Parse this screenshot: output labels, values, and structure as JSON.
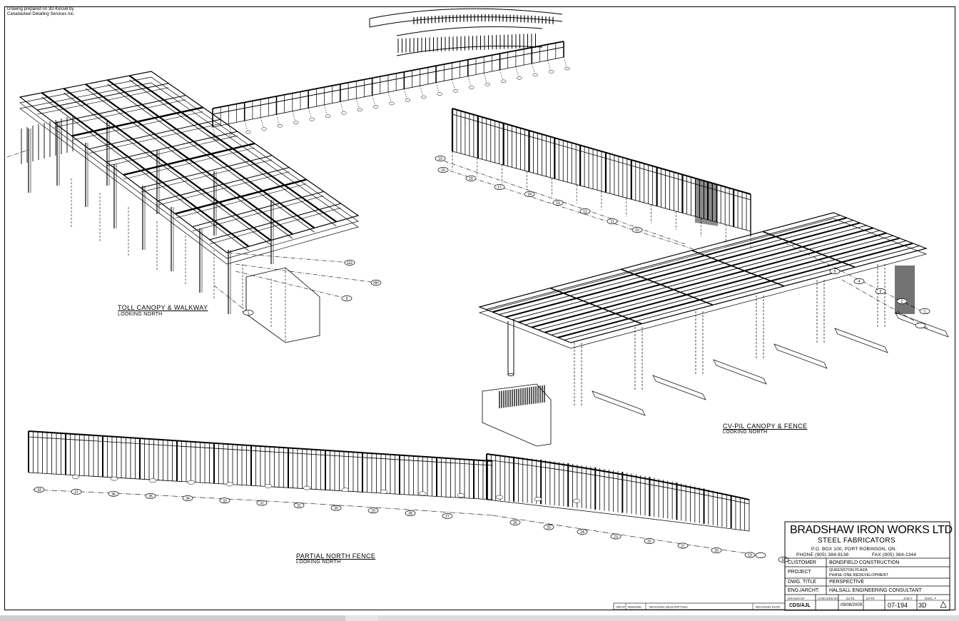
{
  "credit_lines": [
    "Drawing prepared on 3D-Kessel by",
    "Canadasteel Detailing Services Inc."
  ],
  "views": [
    {
      "title": "TOLL CANOPY & WALKWAY",
      "subtitle": "LOOKING NORTH"
    },
    {
      "title": "CV-PIL CANOPY & FENCE",
      "subtitle": "LOOKING NORTH"
    },
    {
      "title": "PARTIAL NORTH FENCE",
      "subtitle": "LOOKING NORTH"
    }
  ],
  "grid_labels": {
    "toll": [
      "GG",
      "HH",
      "X",
      "1"
    ],
    "cv_fence": [
      "10",
      "15",
      "16",
      "17",
      "18",
      "19",
      "12",
      "11",
      "10"
    ],
    "cv_canopy": [
      "1",
      "2",
      "3",
      "4",
      "5"
    ],
    "north_fence": [
      "33",
      "37",
      "36",
      "35",
      "34",
      "33",
      "32",
      "31",
      "30",
      "29",
      "28",
      "27",
      "26",
      "25",
      "24",
      "23",
      "22",
      "21",
      "20",
      "19",
      "18"
    ]
  },
  "titleblock": {
    "company": "BRADSHAW IRON WORKS LTD",
    "division": "STEEL FABRICATORS",
    "address": "P.O. BOX 100, PORT ROBINSON, ON.",
    "phone": "PHONE (905) 384-9138",
    "fax": "FAX (905) 384-2344",
    "customer_label": "CUSTOMER",
    "customer": "BONDFIELD CONSTRUCTION",
    "project_label": "PROJECT",
    "project_line1": "QUEENSTON PLAZA",
    "project_line2": "PHASE ONE REDEVELOPMENT",
    "title_label": "DWG. TITLE",
    "title": "PERSPECTIVE",
    "eng_label": "ENG./ARCHT.",
    "eng": "HALSALL ENGINEERING CONSULTANT",
    "drawn_by_label": "DRAWN BY",
    "checked_by_label": "CHECKED BY",
    "date_label": "DATE",
    "job_label": "JOB #",
    "dwg_label": "DWG. #",
    "drawn_by": "CDS/AJL",
    "date": "09/08/2009",
    "job": "07-194",
    "dwg": "3D"
  },
  "revision_block": {
    "rev_label": "REV#",
    "remark_label": "REMARK",
    "desc_label": "REVISION DESCRIPTION",
    "date_label": "REVISION DATE"
  }
}
